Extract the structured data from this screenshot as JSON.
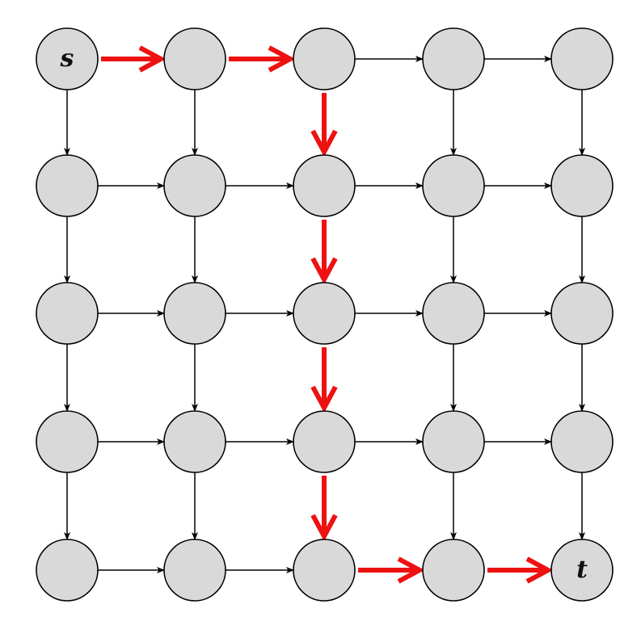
{
  "diagram": {
    "rows": 5,
    "cols": 5,
    "colors": {
      "node_fill": "#d9d9d9",
      "node_stroke": "#000000",
      "edge": "#000000",
      "path": "#ee1111",
      "label": "#111111"
    },
    "labels": [
      {
        "row": 0,
        "col": 0,
        "text": "s"
      },
      {
        "row": 4,
        "col": 4,
        "text": "t"
      }
    ],
    "highlighted_path": [
      [
        0,
        0
      ],
      [
        0,
        1
      ],
      [
        0,
        2
      ],
      [
        1,
        2
      ],
      [
        2,
        2
      ],
      [
        3,
        2
      ],
      [
        4,
        2
      ],
      [
        4,
        3
      ],
      [
        4,
        4
      ]
    ]
  }
}
